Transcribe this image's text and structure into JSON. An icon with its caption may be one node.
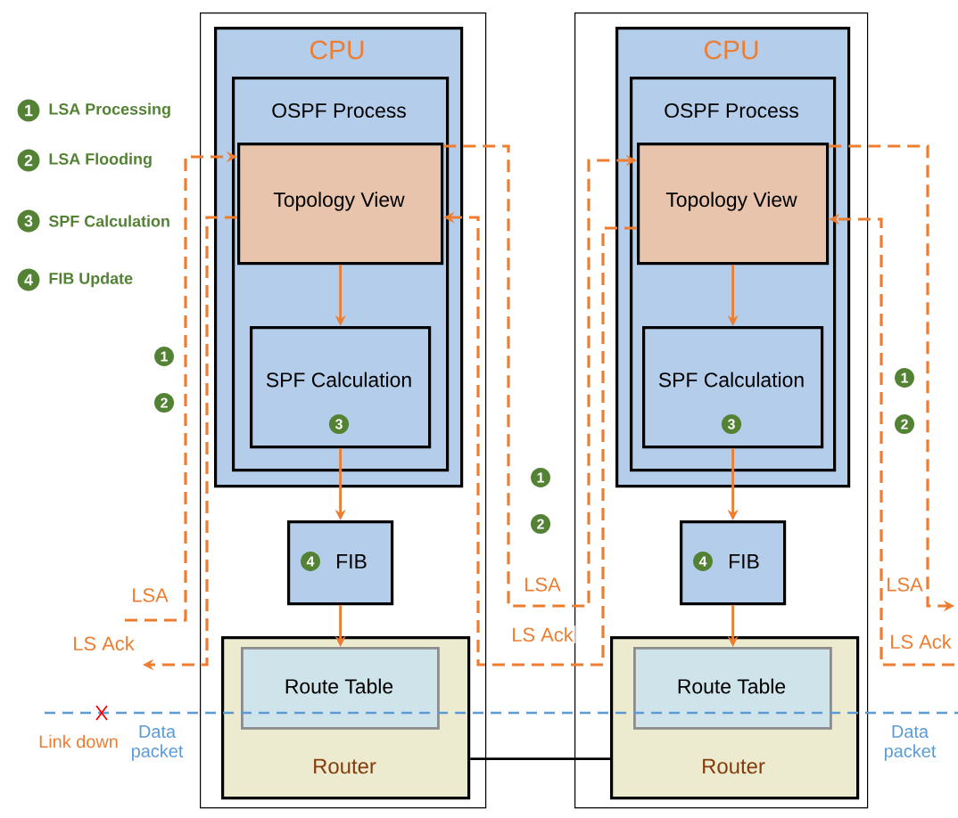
{
  "diagram": {
    "nodes": [
      {
        "text": [],
        "shape": "box"
      },
      {
        "text": [
          "CPU"
        ],
        "in": 0
      },
      {
        "text": [
          "OSPF Process"
        ],
        "in": 1
      },
      {
        "text": [
          "Topology View"
        ],
        "in": 2
      },
      {
        "text": [
          "SPF Calculation",
          "3"
        ],
        "in": 2
      },
      {
        "text": [
          "4",
          "FIB"
        ],
        "in": 0
      },
      {
        "text": [
          "Router"
        ],
        "in": 0
      },
      {
        "text": [
          "Route Table"
        ],
        "in": 6
      },
      {
        "text": [],
        "shape": "box"
      },
      {
        "text": [
          "CPU"
        ],
        "in": 8
      },
      {
        "text": [
          "OSPF Process"
        ],
        "in": 9
      },
      {
        "text": [
          "Topology View"
        ],
        "in": 10
      },
      {
        "text": [
          "SPF Calculation",
          "3"
        ],
        "in": 10
      },
      {
        "text": [
          "4",
          "FIB"
        ],
        "in": 8
      },
      {
        "text": [
          "Router"
        ],
        "in": 8
      },
      {
        "text": [
          "Route Table"
        ],
        "in": 14
      }
    ],
    "edges": [
      {
        "from": 3,
        "to": 4,
        "arrow": "to"
      },
      {
        "from": 4,
        "to": 5,
        "arrow": "to"
      },
      {
        "from": 5,
        "to": 7,
        "arrow": "to"
      },
      {
        "from": 11,
        "to": 12,
        "arrow": "to"
      },
      {
        "from": 12,
        "to": 13,
        "arrow": "to"
      },
      {
        "from": 13,
        "to": 15,
        "arrow": "to"
      },
      {
        "from": 6,
        "to": 14,
        "arrow": "none",
        "color": "#000000"
      },
      {
        "from": null,
        "to": 3,
        "arrow": "to",
        "style": "dashed",
        "label": "LSA"
      },
      {
        "from": 3,
        "to": null,
        "arrow": "to",
        "style": "dashed",
        "label": "LS Ack"
      },
      {
        "from": 3,
        "to": 11,
        "arrow": "to",
        "style": "dashed",
        "label": "LSA"
      },
      {
        "from": 11,
        "to": 3,
        "arrow": "to",
        "style": "dashed",
        "label": "LS Ack"
      },
      {
        "from": 11,
        "to": null,
        "arrow": "to",
        "style": "dashed",
        "label": "LSA"
      },
      {
        "from": null,
        "to": 11,
        "arrow": "to",
        "style": "dashed",
        "label": "LS Ack"
      }
    ],
    "labels": [
      "1",
      "LSA Processing",
      "2",
      "LSA Flooding",
      "3",
      "SPF Calculation",
      "4",
      "FIB Update",
      "1",
      "2",
      "1",
      "2",
      "1",
      "2",
      "Data packet",
      "Link down",
      "Data packet"
    ]
  }
}
